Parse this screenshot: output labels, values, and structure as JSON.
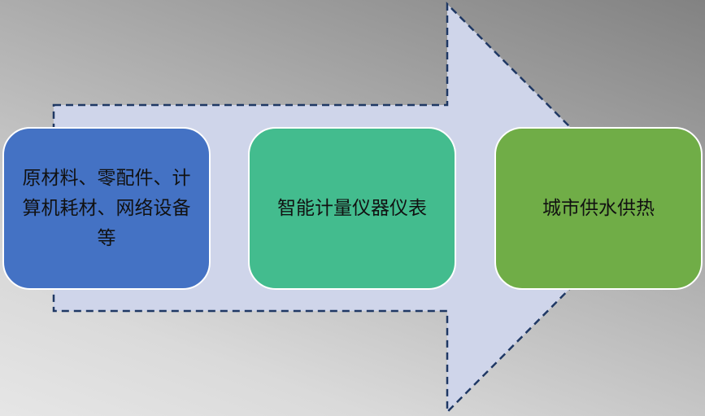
{
  "diagram": {
    "type": "process-flow-arrow",
    "arrow": {
      "fill": "#cfd5ea",
      "stroke": "#1f3864",
      "style": "dashed"
    },
    "boxes": [
      {
        "label": "原材料、零配件、计算机耗材、网络设备等",
        "color": "#4472c4"
      },
      {
        "label": "智能计量仪器仪表",
        "color": "#43bc8e"
      },
      {
        "label": "城市供水供热",
        "color": "#70ad47"
      }
    ]
  }
}
